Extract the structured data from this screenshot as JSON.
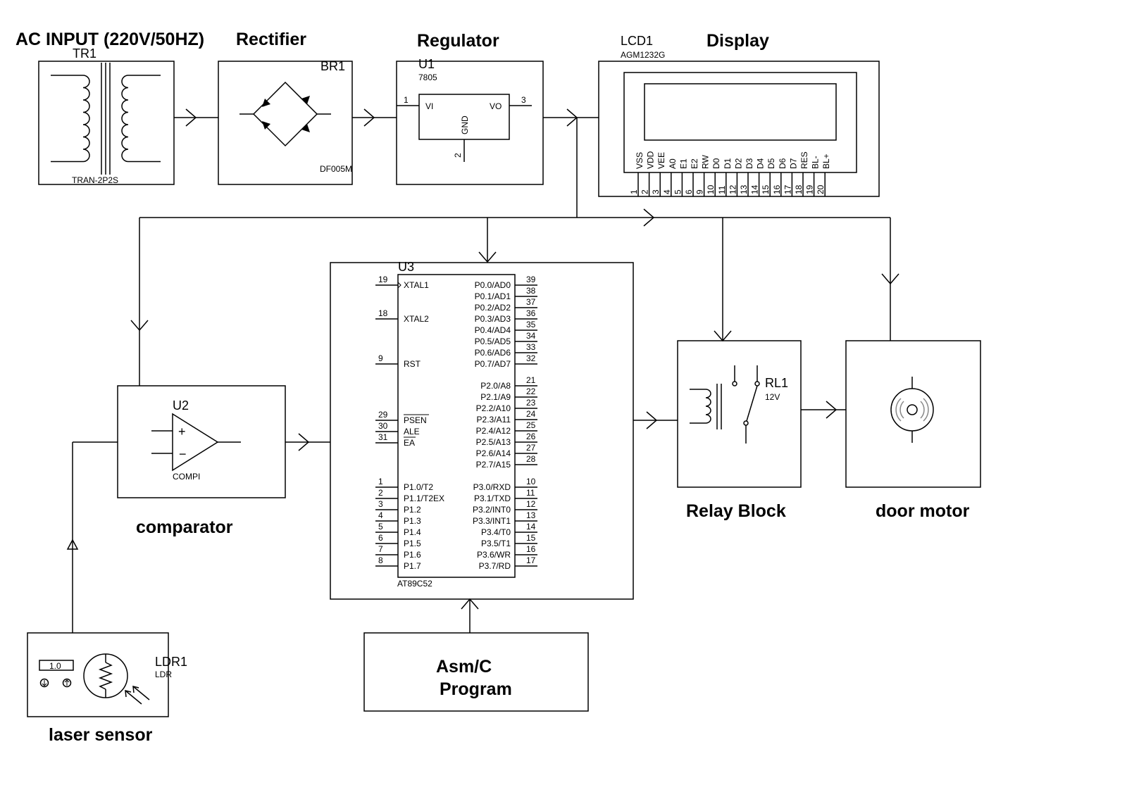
{
  "blocks": {
    "ac_input": "AC INPUT (220V/50HZ)",
    "rectifier": "Rectifier",
    "regulator": "Regulator",
    "display": "Display",
    "comparator": "comparator",
    "relay_block": "Relay Block",
    "door_motor": "door motor",
    "laser_sensor": "laser sensor",
    "program_line1": "Asm/C",
    "program_line2": "Program"
  },
  "components": {
    "transformer": {
      "ref": "TR1",
      "part": "TRAN-2P2S"
    },
    "bridge": {
      "ref": "BR1",
      "part": "DF005M"
    },
    "regulator": {
      "ref": "U1",
      "part": "7805",
      "pin_vi": "VI",
      "pin_vo": "VO",
      "pin_gnd": "GND",
      "num_vi": "1",
      "num_vo": "3",
      "num_gnd": "2"
    },
    "lcd": {
      "ref": "LCD1",
      "part": "AGM1232G",
      "pins": [
        {
          "name": "VSS",
          "num": "1"
        },
        {
          "name": "VDD",
          "num": "2"
        },
        {
          "name": "VEE",
          "num": "3"
        },
        {
          "name": "A0",
          "num": "4"
        },
        {
          "name": "E1",
          "num": "5"
        },
        {
          "name": "E2",
          "num": "6"
        },
        {
          "name": "RW",
          "num": "9"
        },
        {
          "name": "D0",
          "num": "10"
        },
        {
          "name": "D1",
          "num": "11"
        },
        {
          "name": "D2",
          "num": "12"
        },
        {
          "name": "D3",
          "num": "13"
        },
        {
          "name": "D4",
          "num": "14"
        },
        {
          "name": "D5",
          "num": "15"
        },
        {
          "name": "D6",
          "num": "16"
        },
        {
          "name": "D7",
          "num": "17"
        },
        {
          "name": "RES",
          "num": "18"
        },
        {
          "name": "BL-",
          "num": "19"
        },
        {
          "name": "BL+",
          "num": "20"
        }
      ]
    },
    "comparator": {
      "ref": "U2",
      "part": "COMPI",
      "plus": "+",
      "minus": "−"
    },
    "mcu": {
      "ref": "U3",
      "part": "AT89C52",
      "left_pins": [
        {
          "num": "19",
          "name": "XTAL1"
        },
        {
          "num": "18",
          "name": "XTAL2"
        },
        {
          "num": "9",
          "name": "RST"
        },
        {
          "num": "29",
          "name": "PSEN"
        },
        {
          "num": "30",
          "name": "ALE"
        },
        {
          "num": "31",
          "name": "EA"
        },
        {
          "num": "1",
          "name": "P1.0/T2"
        },
        {
          "num": "2",
          "name": "P1.1/T2EX"
        },
        {
          "num": "3",
          "name": "P1.2"
        },
        {
          "num": "4",
          "name": "P1.3"
        },
        {
          "num": "5",
          "name": "P1.4"
        },
        {
          "num": "6",
          "name": "P1.5"
        },
        {
          "num": "7",
          "name": "P1.6"
        },
        {
          "num": "8",
          "name": "P1.7"
        }
      ],
      "right_pins": [
        {
          "num": "39",
          "name": "P0.0/AD0"
        },
        {
          "num": "38",
          "name": "P0.1/AD1"
        },
        {
          "num": "37",
          "name": "P0.2/AD2"
        },
        {
          "num": "36",
          "name": "P0.3/AD3"
        },
        {
          "num": "35",
          "name": "P0.4/AD4"
        },
        {
          "num": "34",
          "name": "P0.5/AD5"
        },
        {
          "num": "33",
          "name": "P0.6/AD6"
        },
        {
          "num": "32",
          "name": "P0.7/AD7"
        },
        {
          "num": "21",
          "name": "P2.0/A8"
        },
        {
          "num": "22",
          "name": "P2.1/A9"
        },
        {
          "num": "23",
          "name": "P2.2/A10"
        },
        {
          "num": "24",
          "name": "P2.3/A11"
        },
        {
          "num": "25",
          "name": "P2.4/A12"
        },
        {
          "num": "26",
          "name": "P2.5/A13"
        },
        {
          "num": "27",
          "name": "P2.6/A14"
        },
        {
          "num": "28",
          "name": "P2.7/A15"
        },
        {
          "num": "10",
          "name": "P3.0/RXD"
        },
        {
          "num": "11",
          "name": "P3.1/TXD"
        },
        {
          "num": "12",
          "name": "P3.2/INT0"
        },
        {
          "num": "13",
          "name": "P3.3/INT1"
        },
        {
          "num": "14",
          "name": "P3.4/T0"
        },
        {
          "num": "15",
          "name": "P3.5/T1"
        },
        {
          "num": "16",
          "name": "P3.6/WR"
        },
        {
          "num": "17",
          "name": "P3.7/RD"
        }
      ]
    },
    "relay": {
      "ref": "RL1",
      "part": "12V"
    },
    "ldr": {
      "ref": "LDR1",
      "part": "LDR",
      "reading": "1.0"
    }
  }
}
